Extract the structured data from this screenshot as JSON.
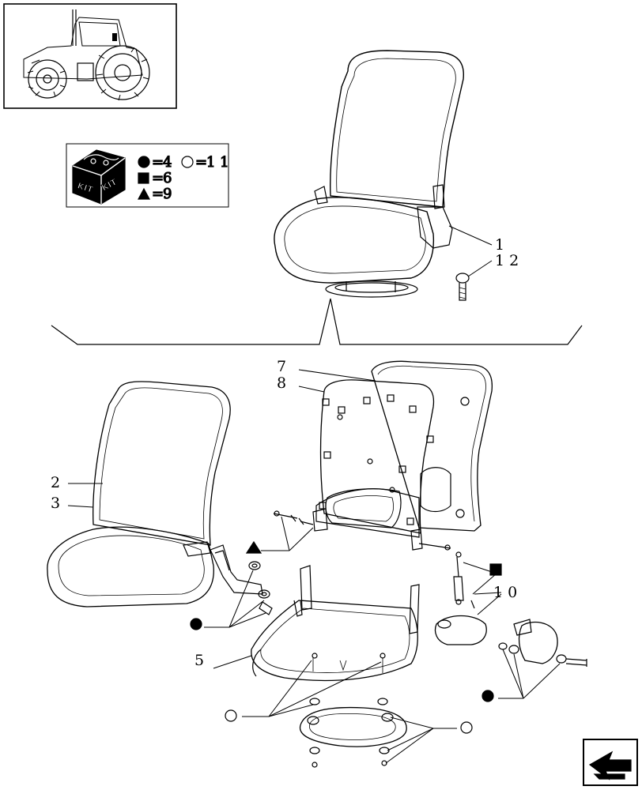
{
  "legend": {
    "kit_rows": [
      {
        "symbol": "filled-circle",
        "value": "4"
      },
      {
        "symbol": "open-circle",
        "value": "1 1"
      },
      {
        "symbol": "filled-square",
        "value": "6"
      },
      {
        "symbol": "filled-triangle",
        "value": "9"
      }
    ],
    "kit_box_text": [
      "KIT",
      "KIT"
    ]
  },
  "callouts": {
    "c1": "1",
    "c12": "1 2",
    "c7": "7",
    "c8": "8",
    "c2": "2",
    "c3": "3",
    "c5": "5",
    "c10": "1 0"
  },
  "nav": {
    "arrow_icon": "back-arrow-icon"
  }
}
